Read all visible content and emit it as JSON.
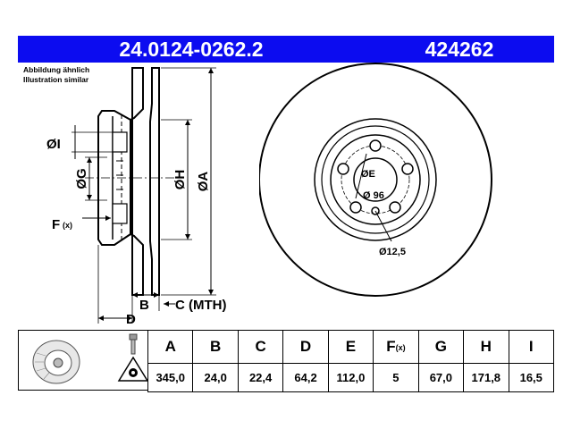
{
  "header": {
    "part_number": "24.0124-0262.2",
    "ref_number": "424262",
    "bg_color": "#0c0cf0"
  },
  "note": {
    "line1": "Abbildung ähnlich",
    "line2": "Illustration similar"
  },
  "section_labels": {
    "dia_i": "ØI",
    "dia_g": "ØG",
    "f_label": "F",
    "f_sub": "(x)",
    "dia_h": "ØH",
    "dia_a": "ØA",
    "b_label": "B",
    "c_label": "C (MTH)",
    "d_label": "D"
  },
  "front_labels": {
    "dia_e": "ØE",
    "pcd": "Ø 96",
    "hole": "Ø12,5"
  },
  "specs": {
    "headers": [
      "A",
      "B",
      "C",
      "D",
      "E",
      "F",
      "G",
      "H",
      "I"
    ],
    "f_sub": "(x)",
    "values": [
      "345,0",
      "24,0",
      "22,4",
      "64,2",
      "112,0",
      "5",
      "67,0",
      "171,8",
      "16,5"
    ]
  },
  "icons": [
    "brake-disc-thumbnail-icon",
    "wheel-bolt-icon",
    "bolt-torque-icon"
  ]
}
